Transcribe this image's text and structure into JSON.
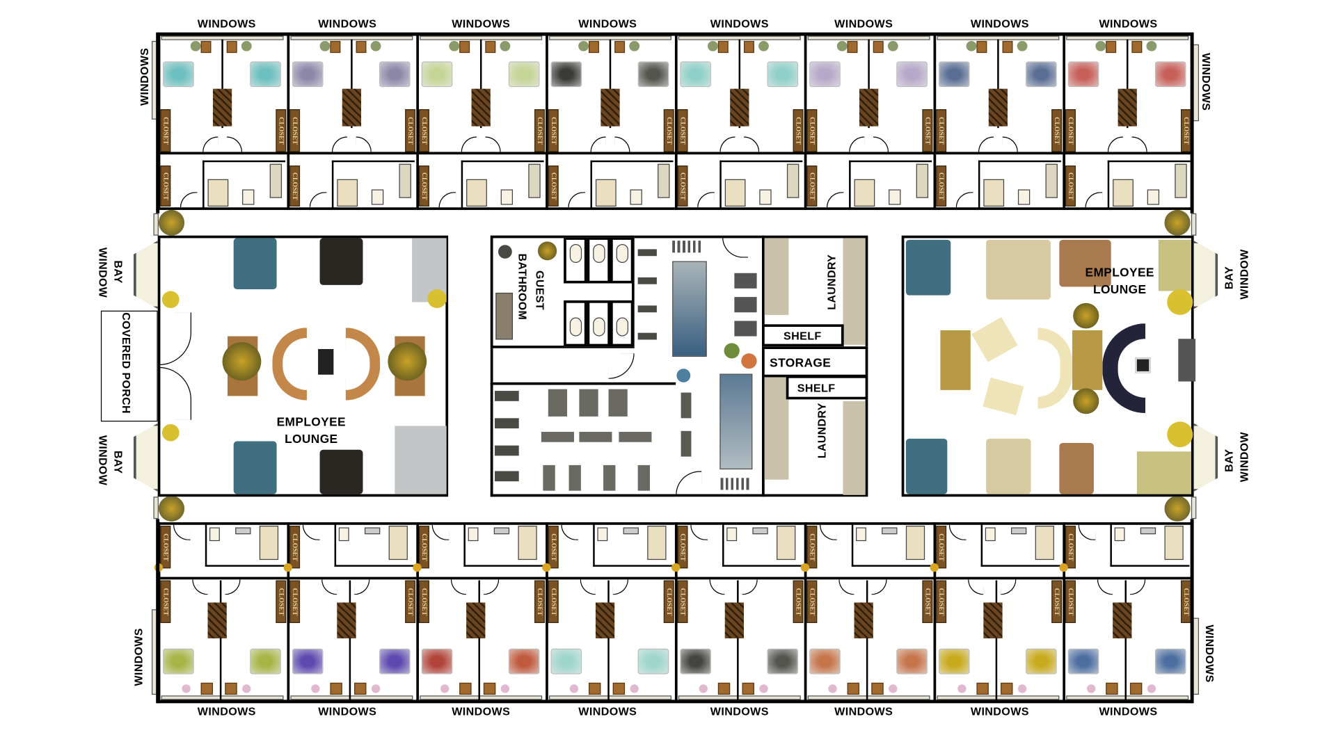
{
  "labels": {
    "windows": "WINDOWS",
    "bay": "BAY",
    "window": "WINDOW",
    "covered_porch": "COVERED PORCH",
    "guest": "GUEST",
    "bathroom": "BATHROOM",
    "laundry": "LAUNDRY",
    "shelf": "SHELF",
    "storage": "STORAGE",
    "employee": "EMPLOYEE",
    "lounge": "LOUNGE",
    "closet": "CLOSET"
  },
  "colors": {
    "wall": "#000000",
    "closet_wood": "#7a5224",
    "floor": "#ffffff",
    "accent_yellow": "#d9b92a",
    "blue_sofa": "#3f6f80",
    "black_sofa": "#2a2622",
    "tan_sofa": "#d8caa0",
    "gym_mat": "#5c7a95"
  },
  "top_bed_colors": [
    "#6cc0bf",
    "#6cc0bf",
    "#8e88a8",
    "#8e88a8",
    "#c5d596",
    "#c5d596",
    "#3a3a36",
    "#55554f",
    "#8fd0c8",
    "#8fd0c8",
    "#b6a8c8",
    "#b6a8c8",
    "#5a6e94",
    "#5a6e94",
    "#c8605a",
    "#c8605a"
  ],
  "bottom_bed_colors": [
    "#a7b546",
    "#a7b546",
    "#5d49b0",
    "#5d49b0",
    "#b2443a",
    "#c05a3e",
    "#9fd6cc",
    "#9fd6cc",
    "#444440",
    "#55554f",
    "#c6754b",
    "#c6754b",
    "#c9aa1c",
    "#c9aa1c",
    "#4c6ea0",
    "#4c6ea0"
  ]
}
